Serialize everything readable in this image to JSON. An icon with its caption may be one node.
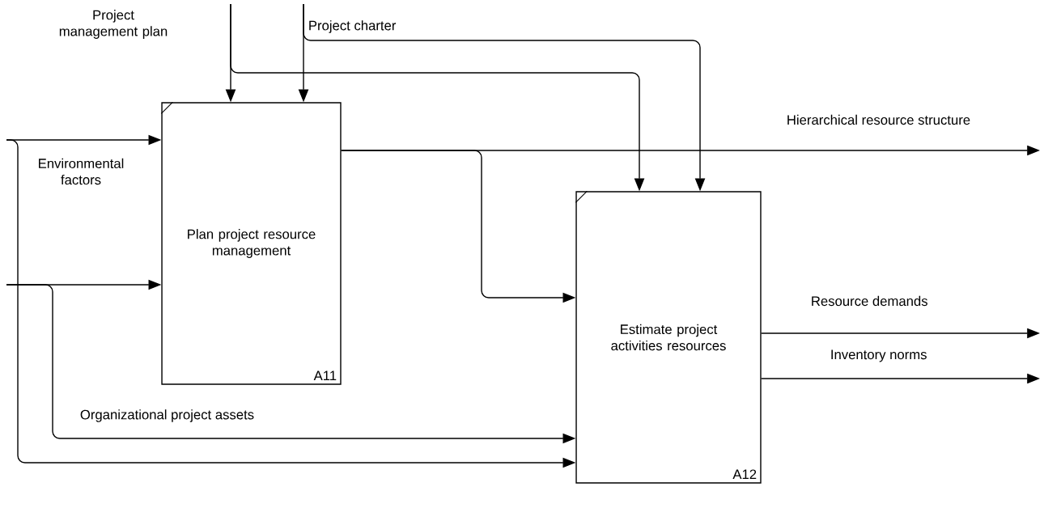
{
  "diagram": {
    "nodes": [
      {
        "text": [
          "Plan project resource management",
          "A11"
        ]
      },
      {
        "text": [
          "Estimate project activities resources",
          "A12"
        ]
      }
    ],
    "edges": [
      {
        "from": null,
        "to": 0,
        "arrow": "to",
        "label": "Project management plan"
      },
      {
        "from": null,
        "to": 1,
        "arrow": "to"
      },
      {
        "from": null,
        "to": 0,
        "arrow": "to",
        "label": "Project charter"
      },
      {
        "from": null,
        "to": 1,
        "arrow": "to"
      },
      {
        "from": null,
        "to": 0,
        "arrow": "to",
        "label": "Environmental factors"
      },
      {
        "from": null,
        "to": 1,
        "arrow": "to"
      },
      {
        "from": null,
        "to": 0,
        "arrow": "to"
      },
      {
        "from": null,
        "to": 1,
        "arrow": "to",
        "label": "Organizational project assets"
      },
      {
        "from": 0,
        "to": null,
        "arrow": "to",
        "label": "Hierarchical resource structure"
      },
      {
        "from": 0,
        "to": 1,
        "arrow": "to"
      },
      {
        "from": 1,
        "to": null,
        "arrow": "to",
        "label": "Resource demands"
      },
      {
        "from": 1,
        "to": null,
        "arrow": "to",
        "label": "Inventory norms"
      }
    ]
  }
}
